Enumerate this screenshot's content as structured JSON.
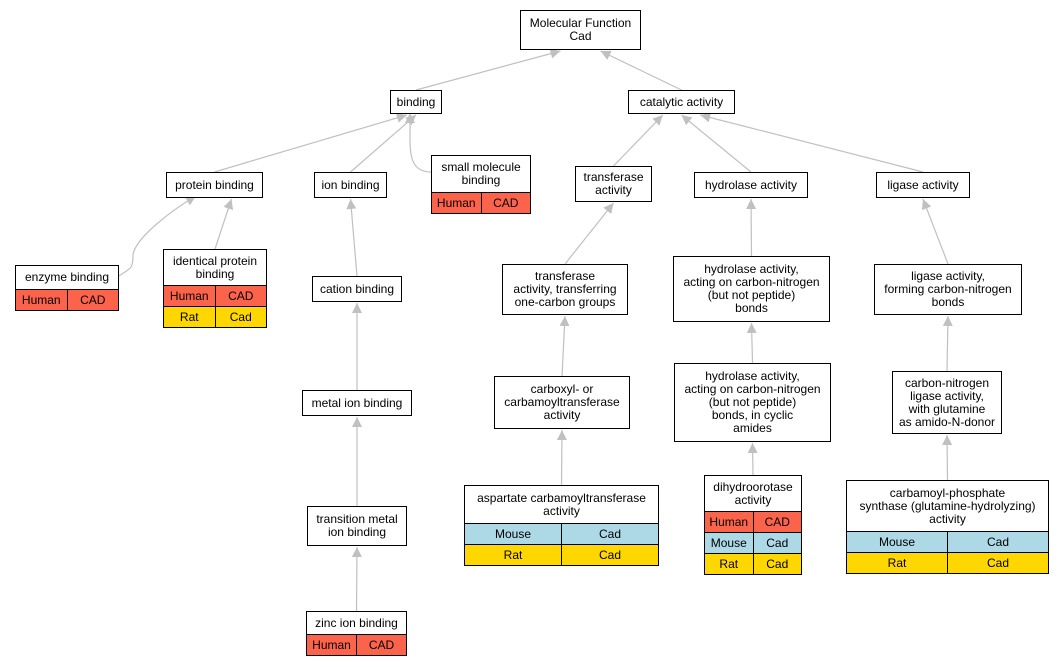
{
  "colors": {
    "Human": "#fb634b",
    "Mouse": "#add8e6",
    "Rat": "#ffd700",
    "edge": "#c0c0c0"
  },
  "nodes": [
    {
      "id": "mf",
      "label": "Molecular Function\nCad",
      "rows": []
    },
    {
      "id": "binding",
      "label": "binding",
      "rows": []
    },
    {
      "id": "catalytic",
      "label": "catalytic activity",
      "rows": []
    },
    {
      "id": "protein_binding",
      "label": "protein binding",
      "rows": []
    },
    {
      "id": "ion_binding",
      "label": "ion binding",
      "rows": []
    },
    {
      "id": "small_molecule",
      "label": "small molecule\nbinding",
      "rows": [
        [
          "Human",
          "CAD"
        ]
      ]
    },
    {
      "id": "transferase",
      "label": "transferase\nactivity",
      "rows": []
    },
    {
      "id": "hydrolase",
      "label": "hydrolase activity",
      "rows": []
    },
    {
      "id": "ligase",
      "label": "ligase activity",
      "rows": []
    },
    {
      "id": "enzyme_binding",
      "label": "enzyme binding",
      "rows": [
        [
          "Human",
          "CAD"
        ]
      ]
    },
    {
      "id": "identical_protein",
      "label": "identical protein\nbinding",
      "rows": [
        [
          "Human",
          "CAD"
        ],
        [
          "Rat",
          "Cad"
        ]
      ]
    },
    {
      "id": "cation_binding",
      "label": "cation binding",
      "rows": []
    },
    {
      "id": "transferase_one_carbon",
      "label": "transferase\nactivity, transferring\none-carbon groups",
      "rows": []
    },
    {
      "id": "hydrolase_cn",
      "label": "hydrolase activity,\nacting on carbon-nitrogen\n(but not peptide)\nbonds",
      "rows": []
    },
    {
      "id": "ligase_cn",
      "label": "ligase activity,\nforming carbon-nitrogen\nbonds",
      "rows": []
    },
    {
      "id": "metal_ion",
      "label": "metal ion binding",
      "rows": []
    },
    {
      "id": "carboxyl",
      "label": "carboxyl- or\ncarbamoyltransferase\nactivity",
      "rows": []
    },
    {
      "id": "hydrolase_cyclic",
      "label": "hydrolase activity,\nacting on carbon-nitrogen\n(but not peptide)\nbonds, in cyclic\namides",
      "rows": []
    },
    {
      "id": "cn_ligase_glutamine",
      "label": "carbon-nitrogen\nligase activity,\nwith glutamine\nas amido-N-donor",
      "rows": []
    },
    {
      "id": "transition_metal",
      "label": "transition metal\nion binding",
      "rows": []
    },
    {
      "id": "aspartate",
      "label": "aspartate carbamoyltransferase\nactivity",
      "rows": [
        [
          "Mouse",
          "Cad"
        ],
        [
          "Rat",
          "Cad"
        ]
      ]
    },
    {
      "id": "dihydroorotase",
      "label": "dihydroorotase\nactivity",
      "rows": [
        [
          "Human",
          "CAD"
        ],
        [
          "Mouse",
          "Cad"
        ],
        [
          "Rat",
          "Cad"
        ]
      ]
    },
    {
      "id": "carbamoyl_phosphate",
      "label": "carbamoyl-phosphate\nsynthase (glutamine-hydrolyzing)\nactivity",
      "rows": [
        [
          "Mouse",
          "Cad"
        ],
        [
          "Rat",
          "Cad"
        ]
      ]
    },
    {
      "id": "zinc_ion",
      "label": "zinc ion binding",
      "rows": [
        [
          "Human",
          "CAD"
        ]
      ]
    }
  ],
  "edges": [
    [
      "binding",
      "mf"
    ],
    [
      "catalytic",
      "mf"
    ],
    [
      "protein_binding",
      "binding"
    ],
    [
      "ion_binding",
      "binding"
    ],
    [
      "small_molecule",
      "binding"
    ],
    [
      "transferase",
      "catalytic"
    ],
    [
      "hydrolase",
      "catalytic"
    ],
    [
      "ligase",
      "catalytic"
    ],
    [
      "enzyme_binding",
      "protein_binding"
    ],
    [
      "identical_protein",
      "protein_binding"
    ],
    [
      "cation_binding",
      "ion_binding"
    ],
    [
      "metal_ion",
      "cation_binding"
    ],
    [
      "transition_metal",
      "metal_ion"
    ],
    [
      "zinc_ion",
      "transition_metal"
    ],
    [
      "transferase_one_carbon",
      "transferase"
    ],
    [
      "carboxyl",
      "transferase_one_carbon"
    ],
    [
      "aspartate",
      "carboxyl"
    ],
    [
      "hydrolase_cn",
      "hydrolase"
    ],
    [
      "hydrolase_cyclic",
      "hydrolase_cn"
    ],
    [
      "dihydroorotase",
      "hydrolase_cyclic"
    ],
    [
      "ligase_cn",
      "ligase"
    ],
    [
      "cn_ligase_glutamine",
      "ligase_cn"
    ],
    [
      "carbamoyl_phosphate",
      "cn_ligase_glutamine"
    ]
  ]
}
